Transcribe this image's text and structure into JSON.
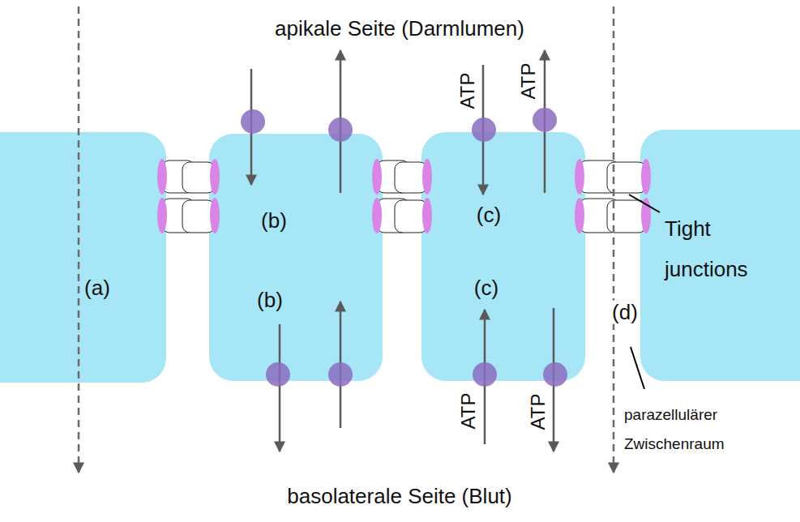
{
  "diagram": {
    "nodes": [
      {
        "text": [
          "(a)"
        ]
      },
      {
        "text": [
          "(b)",
          "(b)"
        ]
      },
      {
        "text": [
          "(c)",
          "(c)"
        ]
      }
    ],
    "labels": [
      "apikale Seite (Darmlumen)",
      "ATP",
      "ATP",
      "Tight junctions",
      "(d)",
      "parazellulärer Zwischenraum",
      "ATP",
      "ATP",
      "basolaterale Seite (Blut)"
    ]
  }
}
